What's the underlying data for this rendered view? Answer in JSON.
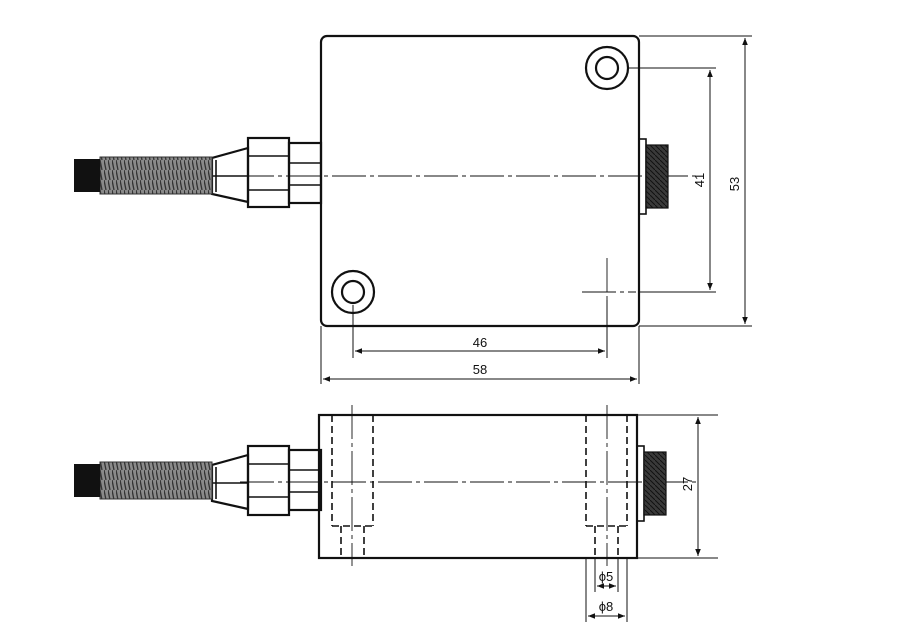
{
  "dimensions": {
    "hole_spacing_horizontal": "46",
    "body_width": "58",
    "hole_spacing_vertical": "41",
    "body_height": "53",
    "body_thickness": "27",
    "hole_diameter_small": "ϕ5",
    "hole_diameter_large": "ϕ8"
  },
  "colors": {
    "ink": "#111111",
    "background": "#ffffff",
    "cable": "#555555"
  }
}
